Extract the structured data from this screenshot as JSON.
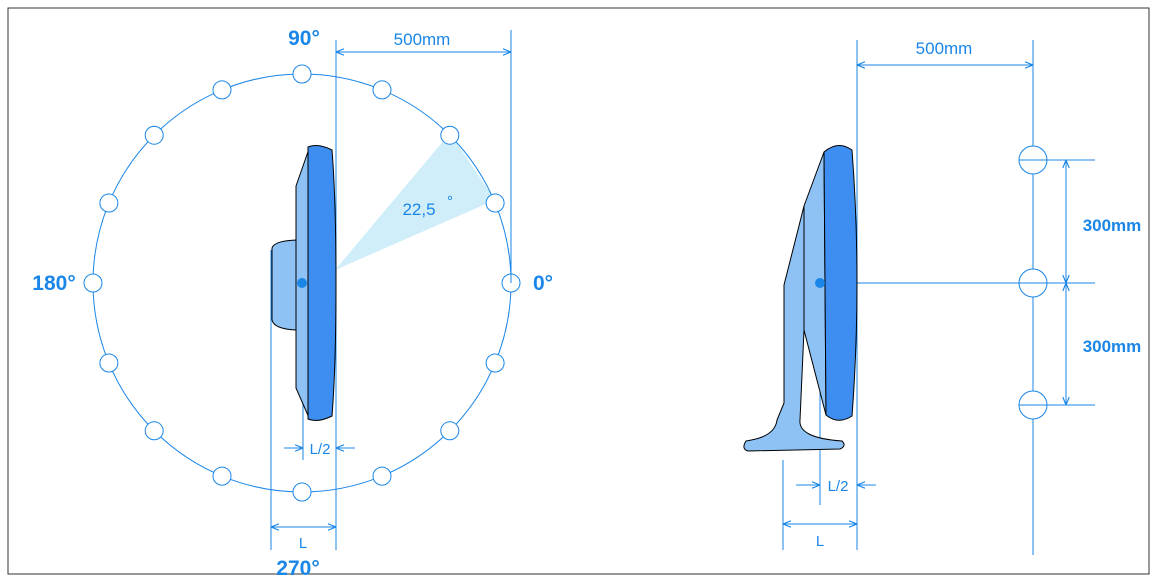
{
  "colors": {
    "line": "#1a86e8",
    "text": "#1a86e8",
    "monitor_front": "#3d8ef0",
    "monitor_back": "#8ec2f5",
    "sector": "#cfeefa",
    "outline": "#000000",
    "frame": "#333333"
  },
  "left_view": {
    "angle_top": "90°",
    "angle_bottom": "270°",
    "angle_left": "180°",
    "angle_right": "0°",
    "distance": "500mm",
    "step_angle": "22,5",
    "step_angle_degree": "°",
    "half_depth": "L/2",
    "depth": "L",
    "marker_count": 16
  },
  "right_view": {
    "distance": "500mm",
    "spacing_upper": "300mm",
    "spacing_lower": "300mm",
    "half_depth": "L/2",
    "depth": "L"
  }
}
